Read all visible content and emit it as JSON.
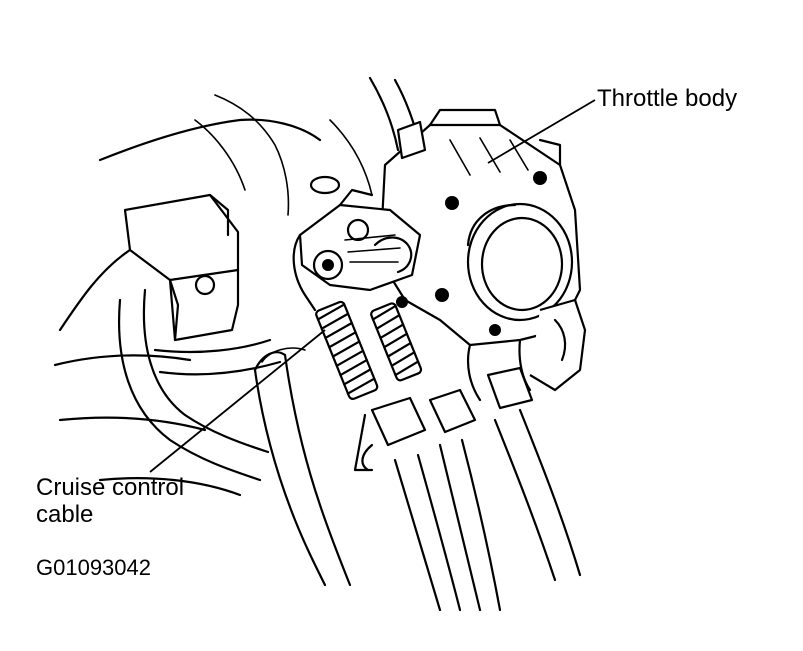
{
  "labels": {
    "throttle_body": "Throttle body",
    "cruise_control_cable_line1": "Cruise control",
    "cruise_control_cable_line2": "cable",
    "figure_code": "G01093042"
  },
  "colors": {
    "ink": "#000000",
    "background": "#ffffff"
  }
}
